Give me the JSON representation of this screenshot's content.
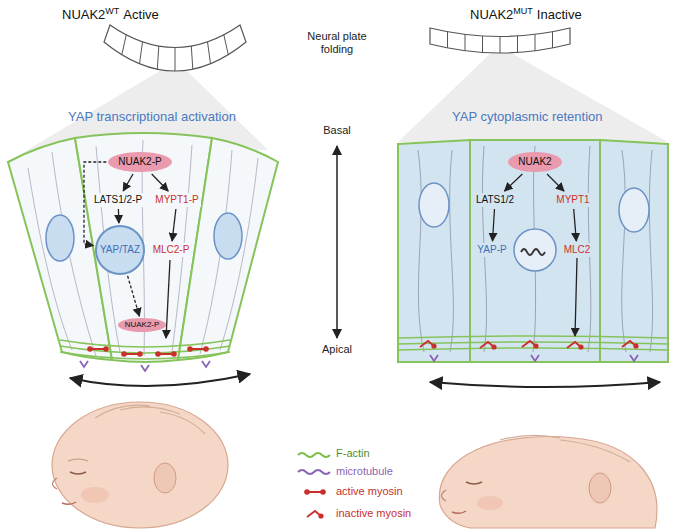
{
  "diagram": {
    "nodes": [
      {
        "text": [
          "NUAK2-P"
        ]
      },
      {
        "text": [
          "LATS1/2-P"
        ]
      },
      {
        "text": [
          "MYPT1-P"
        ]
      },
      {
        "text": [
          "YAP/TAZ"
        ]
      },
      {
        "text": [
          "MLC2-P"
        ]
      },
      {
        "text": [
          "NUAK2-P"
        ]
      },
      {
        "text": [
          "NUAK2"
        ]
      },
      {
        "text": [
          "LATS1/2"
        ]
      },
      {
        "text": [
          "MYPT1"
        ]
      },
      {
        "text": [
          "YAP-P"
        ]
      },
      {
        "text": [
          "MLC2"
        ]
      }
    ],
    "edges": [
      {
        "from": 0,
        "to": 1,
        "arrow": "to"
      },
      {
        "from": 0,
        "to": 2,
        "arrow": "to"
      },
      {
        "from": 1,
        "to": 3,
        "arrow": "to"
      },
      {
        "from": 2,
        "to": 4,
        "arrow": "to"
      },
      {
        "from": 0,
        "to": 3,
        "arrow": "to"
      },
      {
        "from": 3,
        "to": 5,
        "arrow": "to"
      },
      {
        "from": 6,
        "to": 7,
        "arrow": "to"
      },
      {
        "from": 6,
        "to": 8,
        "arrow": "to"
      },
      {
        "from": 7,
        "to": 9,
        "arrow": "to"
      },
      {
        "from": 8,
        "to": 10,
        "arrow": "to"
      }
    ],
    "labels": [
      "NUAK2",
      "WT",
      "Active",
      "NUAK2",
      "MUT",
      "Inactive",
      "Neural plate folding",
      "YAP transcriptional activation",
      "YAP cytoplasmic retention",
      "Basal",
      "Apical"
    ],
    "legend": [
      {
        "text": "F-actin"
      },
      {
        "text": "microtubule"
      },
      {
        "text": "active myosin"
      },
      {
        "text": "inactive myosin"
      }
    ]
  }
}
